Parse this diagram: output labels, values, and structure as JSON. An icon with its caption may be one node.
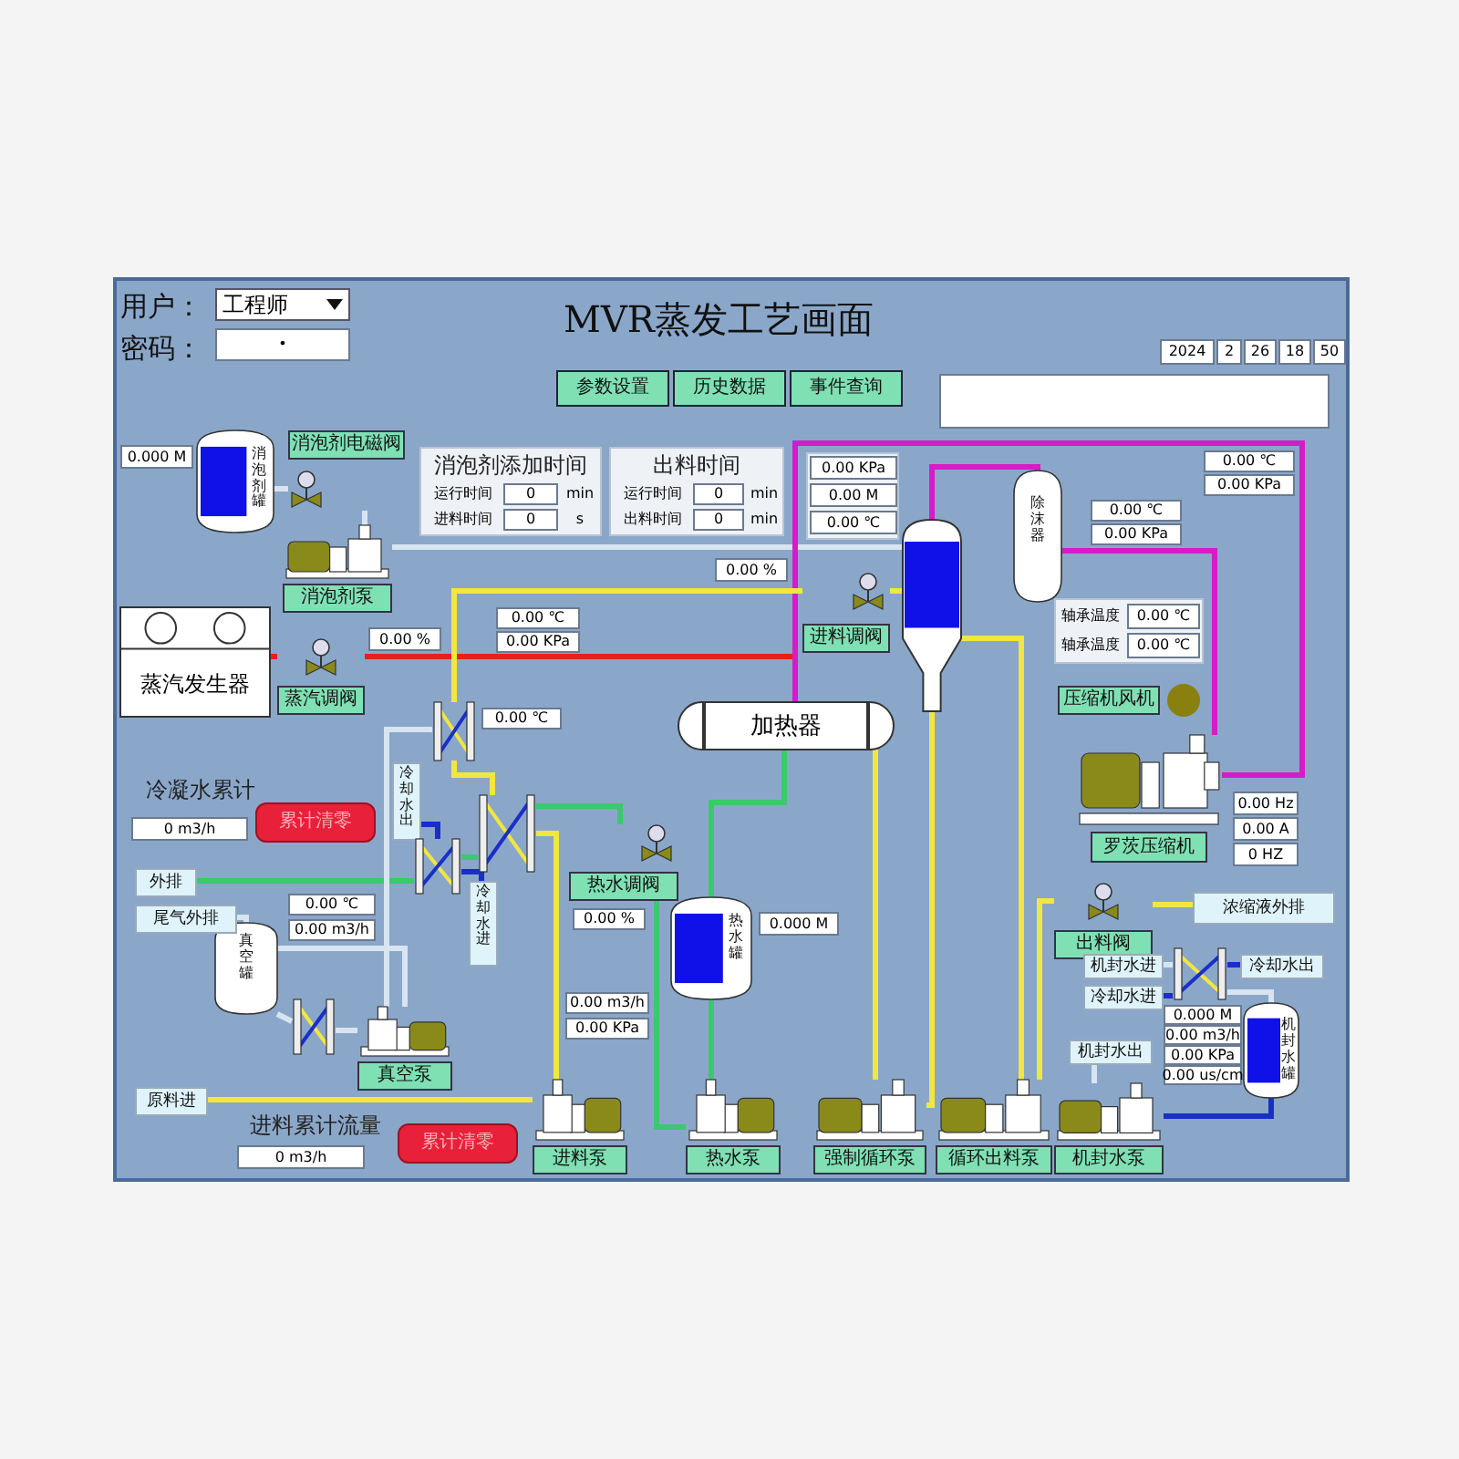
{
  "diagram": {
    "title": "MVR蒸发工艺画面",
    "nodes": [
      {
        "text": [
          "消泡剂罐"
        ],
        "beside": [
          "0.000 M"
        ]
      },
      {
        "text": [
          "消泡剂电磁阀"
        ]
      },
      {
        "text": [
          "消泡剂泵"
        ]
      },
      {
        "text": [
          "蒸汽发生器"
        ]
      },
      {
        "text": [
          "蒸汽调阀"
        ],
        "beside": [
          "0.00 %"
        ]
      },
      {
        "text": [
          "加热器"
        ]
      },
      {
        "text": [],
        "shape": "cylinder"
      },
      {
        "text": [
          "进料调阀"
        ],
        "beside": [
          "0.00 %"
        ]
      },
      {
        "text": [
          "除沫器"
        ]
      },
      {
        "text": [
          "罗茨压缩机"
        ]
      },
      {
        "text": [
          "压缩机风机"
        ]
      },
      {
        "text": [
          "出料阀"
        ]
      },
      {
        "text": [
          "浓缩液外排"
        ]
      },
      {
        "text": [
          "热水罐"
        ],
        "beside": [
          "0.000 M"
        ]
      },
      {
        "text": [
          "热水调阀"
        ],
        "beside": [
          "0.00 %"
        ]
      },
      {
        "text": [
          "真空罐"
        ]
      },
      {
        "text": [
          "真空泵"
        ]
      },
      {
        "text": [
          "进料泵"
        ]
      },
      {
        "text": [
          "热水泵"
        ]
      },
      {
        "text": [
          "强制循环泵"
        ]
      },
      {
        "text": [
          "循环出料泵"
        ]
      },
      {
        "text": [
          "机封水泵"
        ]
      },
      {
        "text": [
          "机封水罐"
        ]
      },
      {
        "text": [
          "原料进"
        ]
      },
      {
        "text": [
          "外排"
        ]
      },
      {
        "text": [
          "尾气外排"
        ]
      },
      {
        "text": [
          "冷却水出"
        ]
      },
      {
        "text": [
          "冷却水进"
        ]
      },
      {
        "text": [
          "机封水进"
        ]
      },
      {
        "text": [
          "冷却水进"
        ]
      },
      {
        "text": [
          "冷却水出"
        ]
      },
      {
        "text": [
          "机封水出"
        ]
      },
      {
        "text": [],
        "shape": "box"
      },
      {
        "text": [],
        "shape": "box"
      },
      {
        "text": [],
        "shape": "box"
      },
      {
        "text": [],
        "shape": "box"
      },
      {
        "text": [],
        "shape": "box"
      },
      {
        "text": [],
        "shape": "box"
      }
    ],
    "edges": [
      {
        "from": 0,
        "to": 1,
        "arrow": "none",
        "color": "#d8e4f0"
      },
      {
        "from": 1,
        "to": 2,
        "arrow": "none",
        "color": "#d8e4f0"
      },
      {
        "from": 2,
        "to": 6,
        "arrow": "none",
        "color": "#d8e4f0"
      },
      {
        "from": 3,
        "to": 4,
        "arrow": "none",
        "color": "#e62020"
      },
      {
        "from": 4,
        "to": 5,
        "arrow": "none",
        "color": "#e62020"
      },
      {
        "from": 9,
        "to": 5,
        "arrow": "none",
        "color": "#d51cc8"
      },
      {
        "from": 6,
        "to": 8,
        "arrow": "none",
        "color": "#d51cc8"
      },
      {
        "from": 8,
        "to": 9,
        "arrow": "none",
        "color": "#d51cc8"
      },
      {
        "from": 23,
        "to": 17,
        "arrow": "none",
        "color": "#f2e640"
      },
      {
        "from": 17,
        "to": 33,
        "arrow": "none",
        "color": "#f2e640"
      },
      {
        "from": 33,
        "to": 32,
        "arrow": "none",
        "color": "#f2e640"
      },
      {
        "from": 32,
        "to": 7,
        "arrow": "none",
        "color": "#f2e640"
      },
      {
        "from": 7,
        "to": 6,
        "arrow": "none",
        "color": "#f2e640"
      },
      {
        "from": 5,
        "to": 19,
        "arrow": "none",
        "color": "#f2e640"
      },
      {
        "from": 19,
        "to": 6,
        "arrow": "none",
        "color": "#f2e640"
      },
      {
        "from": 6,
        "to": 20,
        "arrow": "none",
        "color": "#f2e640"
      },
      {
        "from": 20,
        "to": 11,
        "arrow": "none",
        "color": "#f2e640"
      },
      {
        "from": 11,
        "to": 12,
        "arrow": "none",
        "color": "#f2e640"
      },
      {
        "from": 5,
        "to": 13,
        "arrow": "none",
        "color": "#3cc86e"
      },
      {
        "from": 13,
        "to": 18,
        "arrow": "none",
        "color": "#3cc86e"
      },
      {
        "from": 18,
        "to": 14,
        "arrow": "none",
        "color": "#3cc86e"
      },
      {
        "from": 14,
        "to": 33,
        "arrow": "none",
        "color": "#3cc86e"
      },
      {
        "from": 33,
        "to": 34,
        "arrow": "none",
        "color": "#3cc86e"
      },
      {
        "from": 34,
        "to": 24,
        "arrow": "none",
        "color": "#3cc86e"
      },
      {
        "from": 27,
        "to": 34,
        "arrow": "none",
        "color": "#1a2fc8"
      },
      {
        "from": 34,
        "to": 26,
        "arrow": "none",
        "color": "#1a2fc8"
      },
      {
        "from": 15,
        "to": 25,
        "arrow": "none",
        "color": "#d8e4f0"
      },
      {
        "from": 15,
        "to": 35,
        "arrow": "none",
        "color": "#d8e4f0"
      },
      {
        "from": 35,
        "to": 16,
        "arrow": "none",
        "color": "#d8e4f0"
      },
      {
        "from": 15,
        "to": 16,
        "arrow": "none",
        "color": "#d8e4f0"
      },
      {
        "from": 16,
        "to": 32,
        "arrow": "none",
        "color": "#d8e4f0"
      },
      {
        "from": 28,
        "to": 36,
        "arrow": "none",
        "color": "#d8e4f0"
      },
      {
        "from": 29,
        "to": 36,
        "arrow": "none",
        "color": "#1a2fc8"
      },
      {
        "from": 36,
        "to": 30,
        "arrow": "none",
        "color": "#1a2fc8"
      },
      {
        "from": 36,
        "to": 22,
        "arrow": "none",
        "color": "#d8e4f0"
      },
      {
        "from": 22,
        "to": 21,
        "arrow": "none",
        "color": "#1a2fc8"
      },
      {
        "from": 21,
        "to": 31,
        "arrow": "none",
        "color": "#d8e4f0"
      }
    ],
    "labels": [
      "用户：",
      "工程师",
      "密码：",
      "•",
      "参数设置",
      "历史数据",
      "事件查询",
      "2024",
      "2",
      "26",
      "18",
      "50",
      "消泡剂添加时间",
      "运行时间",
      "0",
      "min",
      "进料时间",
      "0",
      "s",
      "出料时间",
      "运行时间",
      "0",
      "min",
      "出料时间",
      "0",
      "min",
      "0.00 KPa",
      "0.00 M",
      "0.00 ℃",
      "0.00 ℃",
      "0.00 KPa",
      "0.00 ℃",
      "0.00 KPa",
      "轴承温度",
      "0.00 ℃",
      "轴承温度",
      "0.00 ℃",
      "0.00 ℃",
      "0.00 KPa",
      "0.00 ℃",
      "0.00 Hz",
      "0.00 A",
      "0 HZ",
      "冷凝水累计",
      "0 m3/h",
      "累计清零",
      "0.00 ℃",
      "0.00 m3/h",
      "0.00 m3/h",
      "0.00 KPa",
      "0.000 M",
      "0.00 m3/h",
      "0.00 KPa",
      "0.00 us/cm",
      "进料累计流量",
      "0 m3/h",
      "累计清零"
    ]
  }
}
